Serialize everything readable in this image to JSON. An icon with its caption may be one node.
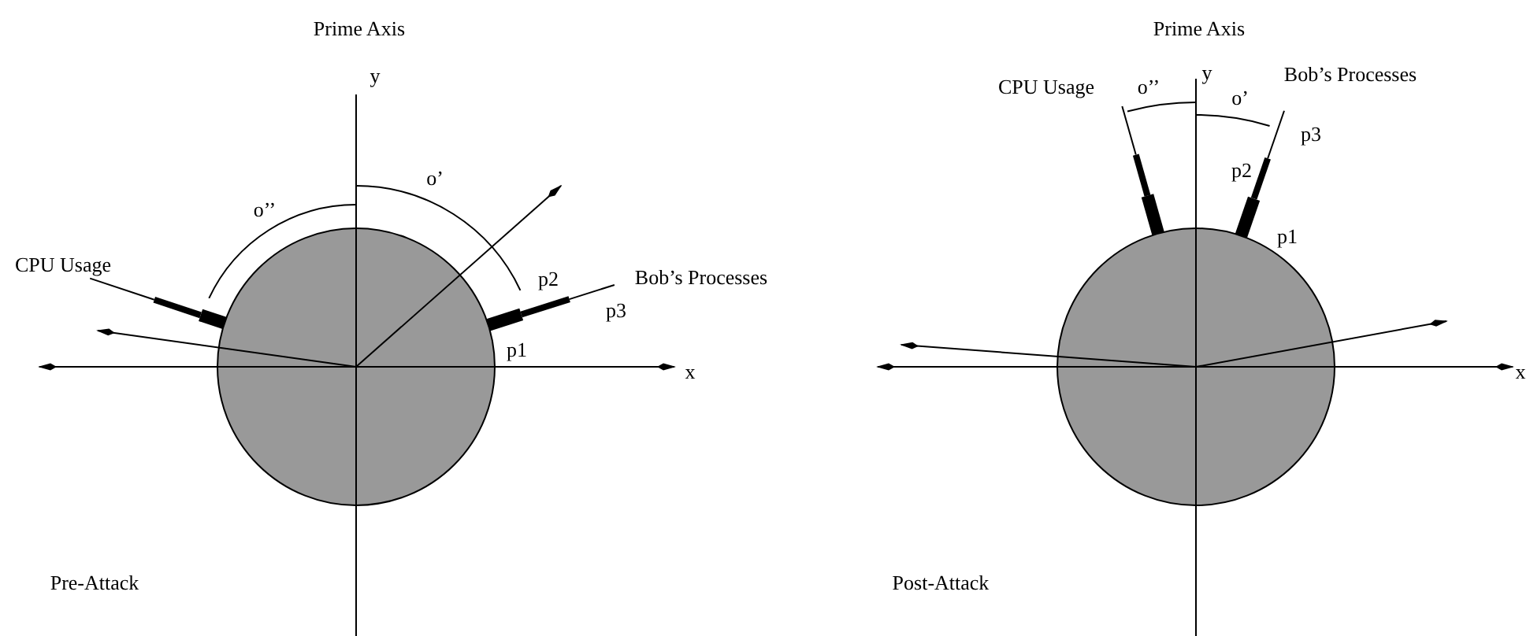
{
  "diagram": {
    "labels": [
      "Prime Axis",
      "y",
      "o’",
      "o’’",
      "CPU Usage",
      "p2",
      "Bob’s Processes",
      "p3",
      "p1",
      "x",
      "Pre-Attack",
      "Prime Axis",
      "CPU Usage",
      "o’’",
      "y",
      "Bob’s Processes",
      "o’",
      "p3",
      "p2",
      "p1",
      "x",
      "Post-Attack"
    ]
  }
}
